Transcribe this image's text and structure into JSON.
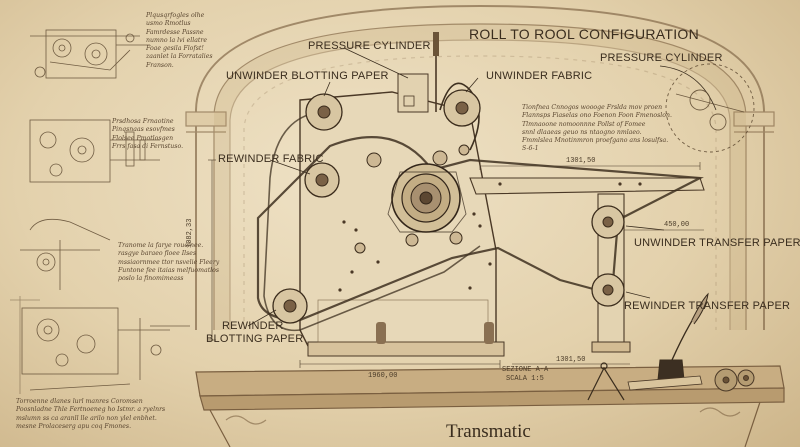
{
  "title": "ROLL TO ROOL CONFIGURATION",
  "brand": "Transmatic",
  "labels": {
    "pressure_cylinder_main": "PRESSURE CYLINDER",
    "pressure_cylinder_detail": "PRESSURE CYLINDER",
    "unwinder_blotting_paper": "UNWINDER BLOTTING PAPER",
    "unwinder_fabric": "UNWINDER FABRIC",
    "rewinder_fabric": "REWINDER FABRIC",
    "rewinder_blotting_line1": "REWINDER",
    "rewinder_blotting_line2": "BLOTTING PAPER",
    "unwinder_transfer_paper": "UNWINDER TRANSFER PAPER",
    "rewinder_transfer_paper": "REWINDER TRANSFER PAPER"
  },
  "dimensions": {
    "top_span": "1301,50",
    "side_span": "450,00",
    "height": "1082,33",
    "base_left": "1960,00",
    "base_right": "1301,50",
    "section_line1": "SEZIONE A-A",
    "section_line2": "SCALA 1:5"
  },
  "notes": {
    "top_left": "Plqusqrfogles olhe\nusmo Rmotlus\nFamrdesse Passne\nnumno la lvi ellatre\nFoae gesila Flofst!\nzaanlet la Forratalies\nFranson.",
    "mid_left": "Prsdhosa Frnaotine\nPinqsnaas esovfmes\nFlolsee Pmotlosgen\nFrrs fasa di Fernstuso.",
    "center_left": "Tranome la farye rouelnee.\nrasgye baraeo floee Ilses\nmssiaornmee ttor nsvelie Fleery\nFuntone fee itaias melfuomatlos\nposlo la finomimeass",
    "bottom_left": "Torroenne dlanes lurl manres Coromsen\nPoosnladne Thle Fertnoeneg ho Istmr. a ryelnrs\nmslumn ss ca aranll lle arilo non ylel enbhet.\nmesne Prolaceserg apu coq Fmones.",
    "right_block": "Tionfnea Cnnogos woooge Frslda mov proen\nFlannsps Fiaselas ono Foenon Foon Fmenoslon.\nTlmnaoone nomoonnne Pollst of Fomee\nsnnl dlaaeas geuo ns ntaogno nmlaeo.\nFmmlslea Mnotinmron proefgano ans losulfsa.\nS-6-1"
  }
}
